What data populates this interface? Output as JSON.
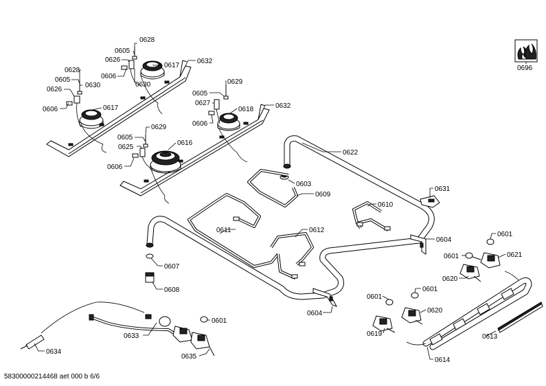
{
  "diagram": {
    "labels": {
      "p0628a": "0628",
      "p0605a": "0605",
      "p0626a": "0626",
      "p0606a": "0606",
      "p0630a": "0630",
      "p0617a": "0617",
      "p0632a": "0632",
      "p0628b": "0628",
      "p0605b": "0605",
      "p0630b": "0630",
      "p0626b": "0626",
      "p0606b": "0606",
      "p0617b": "0617",
      "p0629a": "0629",
      "p0605c": "0605",
      "p0627": "0627",
      "p0618": "0618",
      "p0632b": "0632",
      "p0606c": "0606",
      "p0629b": "0629",
      "p0605d": "0605",
      "p0625": "0625",
      "p0616": "0616",
      "p0606d": "0606",
      "p0622": "0622",
      "p0603": "0603",
      "p0609": "0609",
      "p0610": "0610",
      "p0631": "0631",
      "p0611": "0611",
      "p0612": "0612",
      "p0604a": "0604",
      "p0604b": "0604",
      "p0607": "0607",
      "p0608": "0608",
      "p0601a": "0601",
      "p0601b": "0601",
      "p0621": "0621",
      "p0620a": "0620",
      "p0601c": "0601",
      "p0601d": "0601",
      "p0620b": "0620",
      "p0619": "0619",
      "p0613": "0613",
      "p0614": "0614",
      "p0633": "0633",
      "p0601e": "0601",
      "p0634": "0634",
      "p0635": "0635",
      "p0696": "0696"
    },
    "footer": "58300000214468 aet 000 b 6/6",
    "icons": {
      "flame_logo": "flame-icon"
    }
  }
}
